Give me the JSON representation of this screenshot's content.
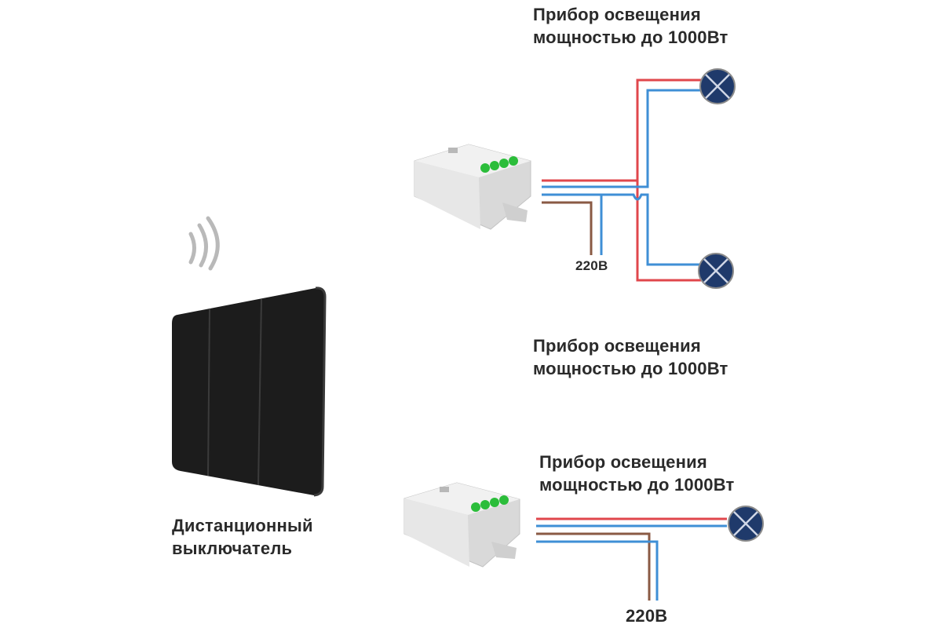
{
  "labels": {
    "top_device": [
      "Прибор освещения",
      "мощностью до 1000Вт"
    ],
    "middle_device": [
      "Прибор освещения",
      "мощностью до 1000Вт"
    ],
    "bottom_device": [
      "Прибор освещения",
      "мощностью до 1000Вт"
    ],
    "switch_name": [
      "Дистанционный",
      "выключатель"
    ],
    "voltage_top": "220В",
    "voltage_bottom": "220В"
  },
  "colors": {
    "phase_wire": "#e0474c",
    "neutral_wire": "#3f8fd6",
    "supply_wire": "#8a5a44",
    "lamp_fill": "#1f3a6b",
    "switch_body": "#1c1c1c",
    "relay_body": "#e6e6e6",
    "terminal_green": "#2bbd3a"
  }
}
